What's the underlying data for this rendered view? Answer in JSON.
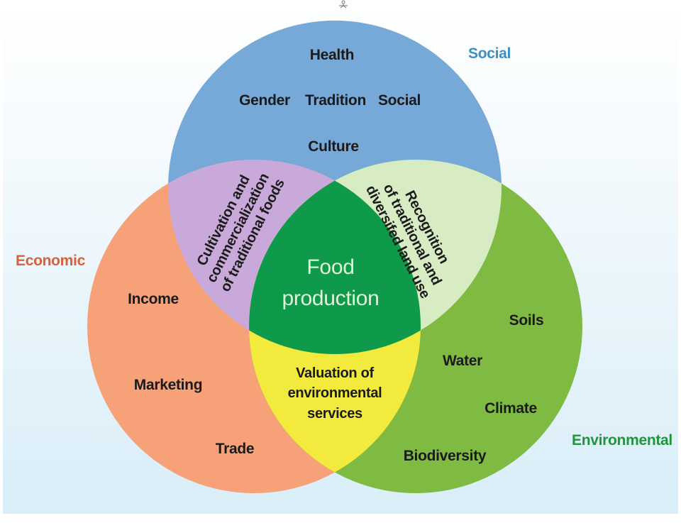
{
  "categories": {
    "social": {
      "label": "Social",
      "color": "#3a8fc4",
      "circle_color": "#76a8d8"
    },
    "economic": {
      "label": "Economic",
      "color": "#d9603a",
      "circle_color": "#f6a178"
    },
    "environmental": {
      "label": "Environmental",
      "color": "#22943e",
      "circle_color": "#7fbb43"
    }
  },
  "social_items": [
    "Health",
    "Gender",
    "Tradition",
    "Social",
    "Culture"
  ],
  "economic_items": [
    "Income",
    "Marketing",
    "Trade"
  ],
  "environmental_items": [
    "Soils",
    "Water",
    "Climate",
    "Biodiversity"
  ],
  "overlaps": {
    "social_economic": {
      "lines": [
        "Cultivation and",
        "commercialization",
        "of traditional foods"
      ],
      "color": "#c8a9d9"
    },
    "social_environmental": {
      "lines": [
        "Recognition",
        "of traditional and",
        "diversifed land use"
      ],
      "color": "#d8ecc4"
    },
    "economic_environmental": {
      "lines": [
        "Valuation of",
        "environmental",
        "services"
      ],
      "color": "#f2ea3c"
    }
  },
  "center": {
    "lines": [
      "Food",
      "production"
    ],
    "color": "#0e9a4a"
  }
}
